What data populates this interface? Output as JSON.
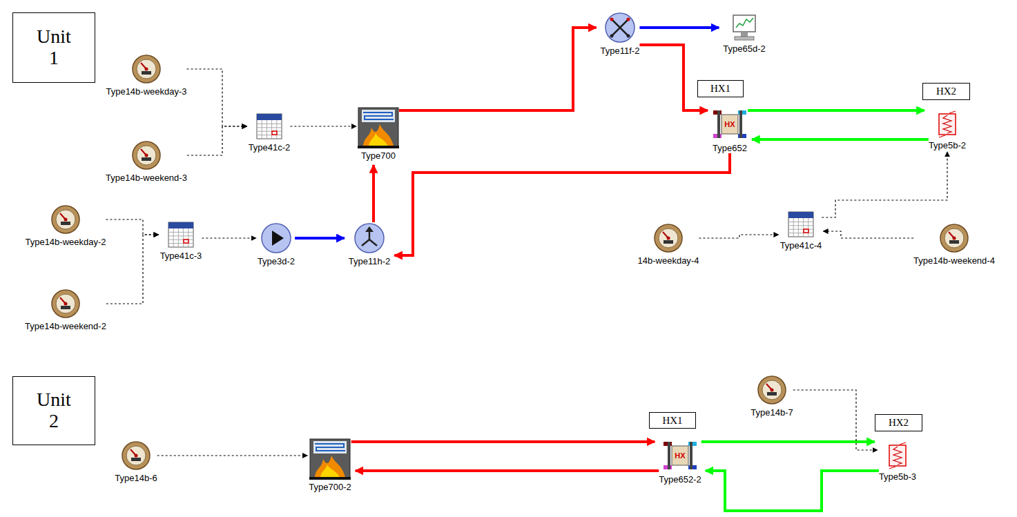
{
  "diagram": {
    "nodes": [
      {
        "text": [
          "Unit 1"
        ]
      },
      {
        "text": [
          "Type14b-weekday-3"
        ]
      },
      {
        "text": [
          "Type14b-weekend-3"
        ]
      },
      {
        "text": [
          "Type41c-2"
        ]
      },
      {
        "text": [
          "Type700"
        ]
      },
      {
        "text": [
          "Type11f-2"
        ]
      },
      {
        "text": [
          "Type65d-2"
        ]
      },
      {
        "text": [
          "HX1"
        ]
      },
      {
        "text": [
          "Type652"
        ]
      },
      {
        "text": [
          "HX2"
        ]
      },
      {
        "text": [
          "Type5b-2"
        ]
      },
      {
        "text": [
          "Type14b-weekday-2"
        ]
      },
      {
        "text": [
          "Type14b-weekend-2"
        ]
      },
      {
        "text": [
          "Type41c-3"
        ]
      },
      {
        "text": [
          "Type3d-2"
        ]
      },
      {
        "text": [
          "Type11h-2"
        ]
      },
      {
        "text": [
          "14b-weekday-4"
        ]
      },
      {
        "text": [
          "Type41c-4"
        ]
      },
      {
        "text": [
          "Type14b-weekend-4"
        ]
      },
      {
        "text": [
          "Unit 2"
        ]
      },
      {
        "text": [
          "Type14b-6"
        ]
      },
      {
        "text": [
          "Type700-2"
        ]
      },
      {
        "text": [
          "HX1"
        ]
      },
      {
        "text": [
          "Type652-2"
        ]
      },
      {
        "text": [
          "Type14b-7"
        ]
      },
      {
        "text": [
          "HX2"
        ]
      },
      {
        "text": [
          "Type5b-3"
        ]
      }
    ],
    "edges": [
      {
        "from": 1,
        "to": 3,
        "arrow": "to"
      },
      {
        "from": 2,
        "to": 3,
        "arrow": "to"
      },
      {
        "from": 3,
        "to": 4,
        "arrow": "to"
      },
      {
        "from": 11,
        "to": 13,
        "arrow": "to"
      },
      {
        "from": 12,
        "to": 13,
        "arrow": "to"
      },
      {
        "from": 13,
        "to": 14,
        "arrow": "to"
      },
      {
        "from": 14,
        "to": 15,
        "arrow": "to"
      },
      {
        "from": 15,
        "to": 4,
        "arrow": "to"
      },
      {
        "from": 4,
        "to": 5,
        "arrow": "to"
      },
      {
        "from": 5,
        "to": 6,
        "arrow": "to"
      },
      {
        "from": 5,
        "to": 8,
        "arrow": "to"
      },
      {
        "from": 8,
        "to": 10,
        "arrow": "to"
      },
      {
        "from": 10,
        "to": 8,
        "arrow": "to"
      },
      {
        "from": 8,
        "to": 15,
        "arrow": "to"
      },
      {
        "from": 16,
        "to": 17,
        "arrow": "to"
      },
      {
        "from": 18,
        "to": 17,
        "arrow": "to"
      },
      {
        "from": 17,
        "to": 10,
        "arrow": "to"
      },
      {
        "from": 20,
        "to": 21,
        "arrow": "to"
      },
      {
        "from": 21,
        "to": 23,
        "arrow": "to"
      },
      {
        "from": 23,
        "to": 21,
        "arrow": "to"
      },
      {
        "from": 23,
        "to": 26,
        "arrow": "to"
      },
      {
        "from": 26,
        "to": 23,
        "arrow": "to"
      },
      {
        "from": 24,
        "to": 26,
        "arrow": "to"
      }
    ],
    "labels": [
      "HX",
      "HX"
    ]
  }
}
